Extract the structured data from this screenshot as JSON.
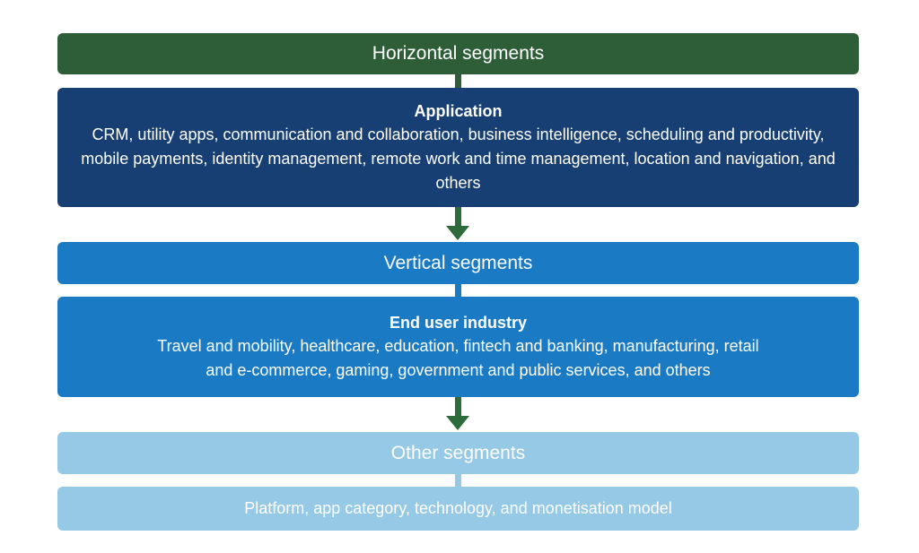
{
  "colors": {
    "green": "#2e5e37",
    "arrow_green": "#2e6b3a",
    "dark_blue": "#173f73",
    "mid_blue": "#1a7bc4",
    "light_blue": "#95c9e6"
  },
  "horizontal": {
    "header": "Horizontal segments",
    "title": "Application",
    "text": "CRM, utility apps, communication and collaboration, business intelligence, scheduling and productivity, mobile payments, identity management, remote work and time management, location and navigation, and others"
  },
  "vertical": {
    "header": "Vertical segments",
    "title": "End user industry",
    "text": "Travel and mobility, healthcare, education, fintech and banking, manufacturing, retail and e-commerce, gaming, government and public services, and others"
  },
  "other": {
    "header": "Other segments",
    "text": "Platform, app category, technology, and monetisation model"
  }
}
